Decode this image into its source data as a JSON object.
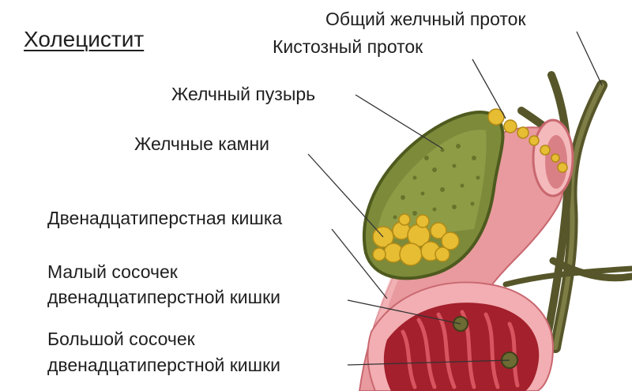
{
  "title": "Холецистит",
  "labels": {
    "common_bile_duct": "Общий желчный проток",
    "cystic_duct": "Кистозный проток",
    "gallbladder": "Желчный пузырь",
    "gallstones": "Желчные камни",
    "duodenum": "Двенадцатиперстная кишка",
    "minor_papilla": [
      "Малый сосочек",
      "двенадцатиперстной кишки"
    ],
    "major_papilla": [
      "Большой сосочек",
      "двенадцатиперстной кишки"
    ]
  },
  "colors": {
    "intestine": "#e89a9e",
    "intestine_dark": "#c9676f",
    "intestine_inner": "#a3202c",
    "gallbladder": "#7c8a3a",
    "gallbladder_dark": "#4e5a1e",
    "stones": "#e6bd33",
    "ducts": "#56562a",
    "leader_lines": "#333333"
  }
}
